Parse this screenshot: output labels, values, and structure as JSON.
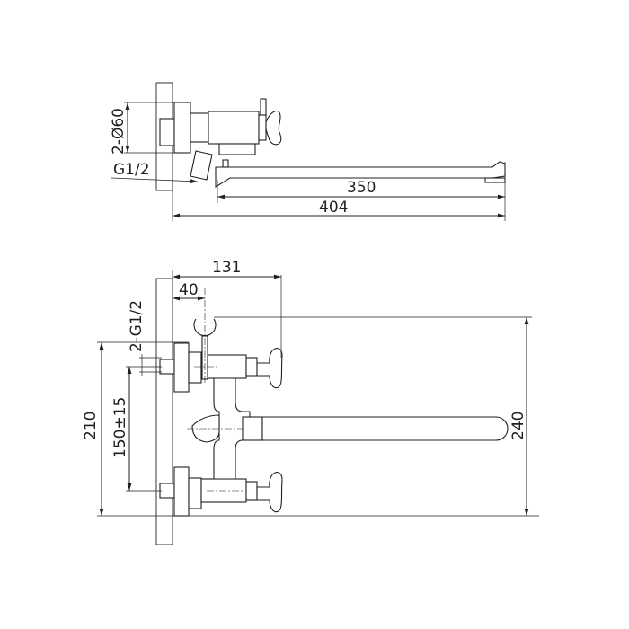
{
  "drawing": {
    "title": "Wall-mounted bath/shower mixer technical drawing",
    "background": "#ffffff",
    "line_color": "#231f20",
    "views": [
      {
        "name": "side-view",
        "dimensions": {
          "flange_diameter": "2-Ø60",
          "thread": "G1/2",
          "spout_length": "350",
          "overall_length": "404"
        }
      },
      {
        "name": "front-view",
        "dimensions": {
          "handle_reach": "131",
          "holder_offset": "40",
          "inlet_thread": "2-G1/2",
          "total_height_left": "210",
          "inlet_spacing": "150±15",
          "total_height_right": "240"
        }
      }
    ]
  }
}
